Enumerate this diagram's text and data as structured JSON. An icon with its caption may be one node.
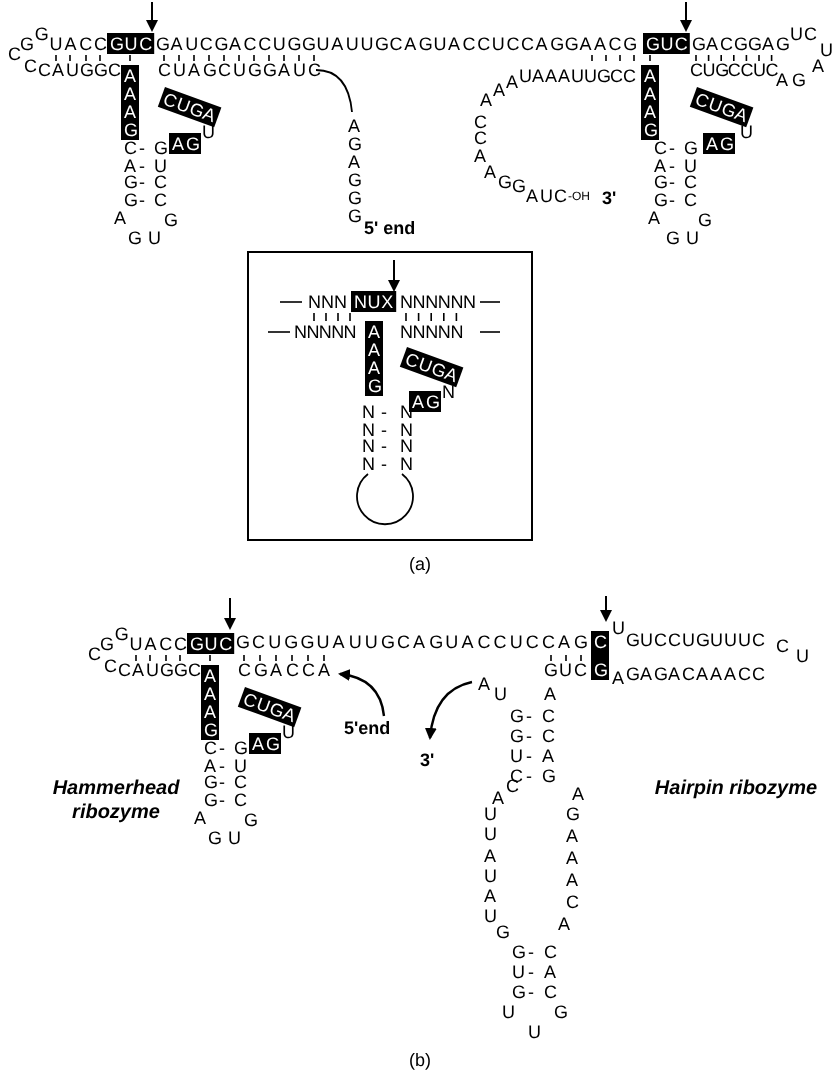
{
  "diagram": {
    "labels": [
      "GGUACC",
      "GUC",
      "GAUCGACCUGGUAUUGCAGUACCUCCAGGAACG",
      "GUC",
      "GACGGAGUCU",
      "C",
      "CCAUGGC",
      "AAAG",
      "CUAGCUGGAUC",
      "CUGA",
      "AG",
      "U",
      "C-G",
      "A-U",
      "G-C",
      "G-C",
      "A",
      "G",
      "GU",
      "AGAGGG",
      "5' end",
      "AAAUAAAUUGCC",
      "AAAG",
      "CUGCCUC",
      "AGA",
      "CCAAGGAUC",
      "-OH",
      "3'",
      "CUGA",
      "AG",
      "U",
      "C-G",
      "A-U",
      "G-C",
      "G-C",
      "A",
      "G",
      "GU",
      "NNN",
      "NUX",
      "NNNNNN",
      "NNNNN",
      "AAAG",
      "NNNNN",
      "CUGA",
      "AG",
      "N",
      "N-N",
      "N-N",
      "N-N",
      "N-N",
      "(a)",
      "GGUACC",
      "GUC",
      "GCUGGUAUUGCAGUACCUCCAG",
      "CG",
      "UGUCCUGUUUCCU",
      "C",
      "CCAUGGC",
      "AAAG",
      "CGACCA",
      "GUC",
      "AGAGACAAACC",
      "CUGA",
      "AG",
      "U",
      "C-G",
      "A-U",
      "G-C",
      "G-C",
      "A",
      "G",
      "GU",
      "5'end",
      "3'",
      "AU",
      "A",
      "G-C",
      "G-C",
      "U-A",
      "C-G",
      "AC",
      "UUAUAUG",
      "AGAAACA",
      "G-C",
      "U-A",
      "G-C",
      "U",
      "G",
      "U",
      "Hammerhead ribozyme",
      "Hairpin ribozyme",
      "(b)"
    ]
  }
}
